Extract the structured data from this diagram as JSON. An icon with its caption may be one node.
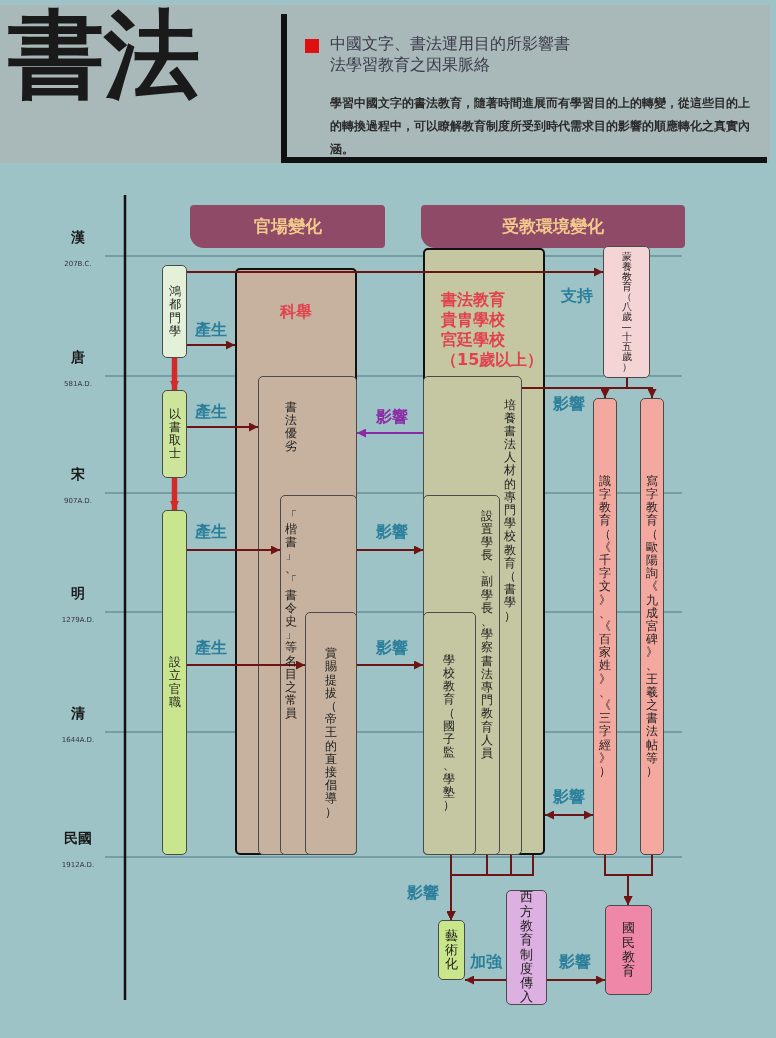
{
  "diagram": {
    "title": "中國文字、書法運用目的所影響書法學習教育之因果脈絡",
    "nodes": [
      {
        "text": [
          "官場變化"
        ]
      },
      {
        "text": [
          "受教環境變化"
        ]
      },
      {
        "text": [
          "鴻都門學"
        ]
      },
      {
        "text": [
          "以書取士"
        ]
      },
      {
        "text": [
          "設立官職"
        ]
      },
      {
        "text": [
          "科舉"
        ]
      },
      {
        "text": [
          "書法優劣"
        ],
        "in": 5
      },
      {
        "text": [
          "「楷書」、「書令史」等名目之常員"
        ],
        "in": 6
      },
      {
        "text": [
          "賞賜提拔（帝王的直接倡導）"
        ],
        "in": 7
      },
      {
        "text": [
          "書法教育",
          "貴胄學校",
          "宮廷學校",
          "（15歲以上）"
        ]
      },
      {
        "text": [
          "培養書法人材的專門學校教育（書學）"
        ],
        "in": 9
      },
      {
        "text": [
          "設置學長、副學長、學察書法專門教育人員"
        ],
        "in": 10
      },
      {
        "text": [
          "學校教育（國子監、學塾）"
        ],
        "in": 11
      },
      {
        "text": [
          "蒙養教育（八歲—十五歲）"
        ]
      },
      {
        "text": [
          "識字教育（《千字文》、《百家姓》、《三字經》）"
        ]
      },
      {
        "text": [
          "寫字教育（歐陽詢《九成宮碑》、王羲之書法帖等）"
        ]
      },
      {
        "text": [
          "藝術化"
        ]
      },
      {
        "text": [
          "西方教育制度傳入"
        ]
      },
      {
        "text": [
          "國民教育"
        ]
      }
    ],
    "edges": [
      {
        "from": 2,
        "to": 3,
        "arrow": "to",
        "style": "thick",
        "color": "#d42a2a"
      },
      {
        "from": 3,
        "to": 4,
        "arrow": "to",
        "style": "thick",
        "color": "#d42a2a"
      },
      {
        "from": 2,
        "to": 5,
        "arrow": "to",
        "label": "產生"
      },
      {
        "from": 3,
        "to": 6,
        "arrow": "to",
        "label": "產生"
      },
      {
        "from": 4,
        "to": 7,
        "arrow": "to",
        "label": "產生"
      },
      {
        "from": 4,
        "to": 8,
        "arrow": "to",
        "label": "產生"
      },
      {
        "from": 2,
        "to": 13,
        "arrow": "to",
        "label": "支持"
      },
      {
        "from": 9,
        "to": 6,
        "arrow": "to",
        "label": "影響",
        "color": "#8b2aa5"
      },
      {
        "from": 7,
        "to": 11,
        "arrow": "to",
        "label": "影響"
      },
      {
        "from": 8,
        "to": 12,
        "arrow": "to",
        "label": "影響"
      },
      {
        "from": 10,
        "to": 14,
        "arrow": "to",
        "label": "影響"
      },
      {
        "from": 10,
        "to": 15,
        "arrow": "to"
      },
      {
        "from": 13,
        "to": 14,
        "arrow": "none"
      },
      {
        "from": 13,
        "to": 15,
        "arrow": "none"
      },
      {
        "from": 9,
        "to": 14,
        "arrow": "both",
        "label": "影響"
      },
      {
        "from": 12,
        "to": 16,
        "arrow": "to",
        "label": "影響"
      },
      {
        "from": 11,
        "to": 16,
        "arrow": "to"
      },
      {
        "from": 10,
        "to": 16,
        "arrow": "to"
      },
      {
        "from": 9,
        "to": 16,
        "arrow": "to"
      },
      {
        "from": 14,
        "to": 18,
        "arrow": "to"
      },
      {
        "from": 15,
        "to": 18,
        "arrow": "to"
      },
      {
        "from": 17,
        "to": 16,
        "arrow": "to",
        "label": "加強"
      },
      {
        "from": 17,
        "to": 18,
        "arrow": "to",
        "label": "影響"
      }
    ],
    "labels": [
      "書法",
      "學習中國文字的書法教育，隨著時間進展而有學習目的上的轉變，從這些目的上的轉換過程中，可以瞭解教育制度所受到時代需求目的影響的順應轉化之真實內涵。",
      "漢",
      "207B.C.",
      "唐",
      "581A.D.",
      "宋",
      "907A.D.",
      "明",
      "1279A.D.",
      "清",
      "1644A.D.",
      "民國",
      "1912A.D."
    ]
  }
}
